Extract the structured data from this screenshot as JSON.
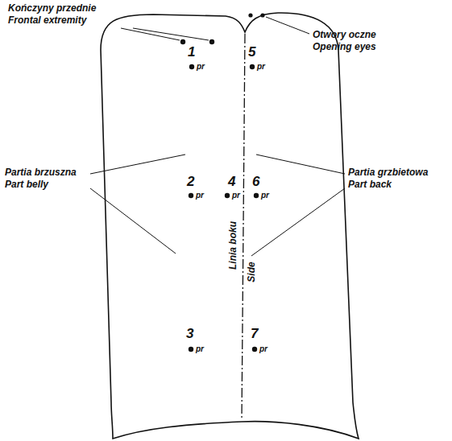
{
  "diagram": {
    "labels": [
      "Kończyny przednie",
      "Frontal extremity",
      "Otwory oczne",
      "Opening eyes",
      "1",
      "pr",
      "5",
      "pr",
      "Partia brzuszna",
      "Part belly",
      "Partia grzbietowa",
      "Part back",
      "2",
      "pr",
      "4",
      "pr",
      "6",
      "pr",
      "Linia boku",
      "Side",
      "3",
      "pr",
      "7",
      "pr"
    ]
  }
}
